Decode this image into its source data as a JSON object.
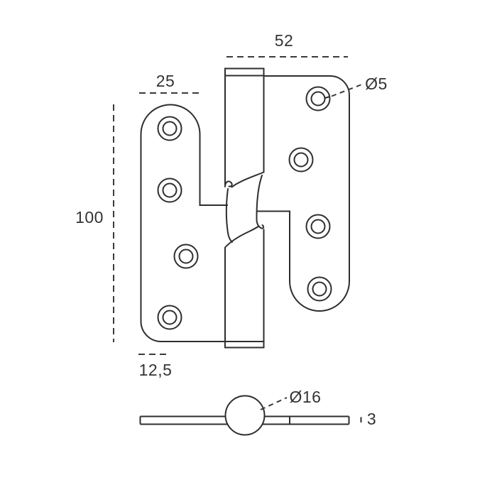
{
  "drawing": {
    "kind": "hinge technical drawing, front view and bottom view",
    "labels": {
      "width_right_leaf": "52",
      "width_left_leaf": "25",
      "height": "100",
      "edge_to_hole": "12,5",
      "screw_hole_diameter": "Ø5",
      "knuckle_diameter": "Ø16",
      "leaf_thickness": "3"
    },
    "colors": {
      "background": "#ffffff",
      "line": "#2e2e2e",
      "text": "#333333"
    }
  }
}
